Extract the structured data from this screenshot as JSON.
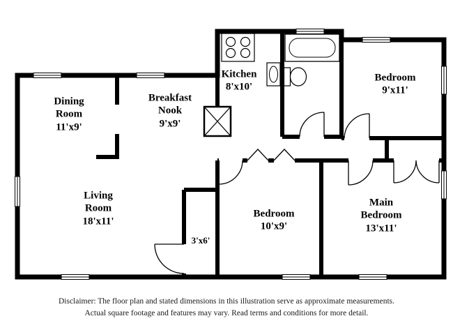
{
  "rooms": [
    {
      "name": "Dining Room",
      "dims": "11'x9'"
    },
    {
      "name": "Breakfast Nook",
      "dims": "9'x9'"
    },
    {
      "name": "Kitchen",
      "dims": "8'x10'"
    },
    {
      "name": "Bedroom",
      "dims": "9'x11'"
    },
    {
      "name": "Living Room",
      "dims": "18'x11'"
    },
    {
      "name": "Bedroom",
      "dims": "10'x9'"
    },
    {
      "name": "Main Bedroom",
      "dims": "13'x11'"
    },
    {
      "name": "",
      "dims": "3'x6'"
    }
  ],
  "disclaimer": {
    "line1": "Disclaimer: The floor plan and stated dimensions in this illustration serve as approximate measurements.",
    "line2": "Actual square footage and features may vary. Read terms and conditions for more detail."
  },
  "colors": {
    "wall": "#000000",
    "background": "#ffffff",
    "text": "#000000"
  },
  "icons": {
    "fixtures": [
      "stove-icon",
      "kitchen-sink-icon",
      "toilet-icon",
      "bathtub-icon",
      "utility-closet-icon"
    ],
    "door": "door-swing-arc",
    "window": "window-symbol",
    "closet_doors": "bifold-door-chevron"
  }
}
